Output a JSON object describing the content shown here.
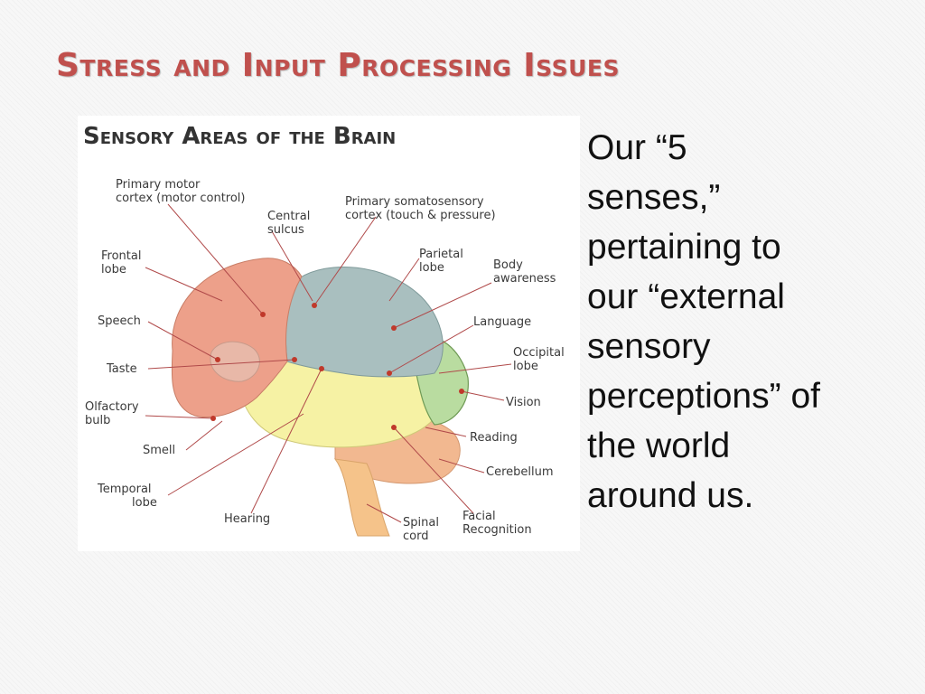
{
  "slide": {
    "title": "Stress and Input Processing Issues"
  },
  "figure": {
    "title": "Sensory Areas of the Brain",
    "labels": {
      "primary_motor": [
        "Primary motor",
        "cortex (motor control)"
      ],
      "central_sulcus": [
        "Central",
        "sulcus"
      ],
      "somatosensory": [
        "Primary somatosensory",
        "cortex (touch & pressure)"
      ],
      "frontal": [
        "Frontal",
        "lobe"
      ],
      "parietal": [
        "Parietal",
        "lobe"
      ],
      "body": [
        "Body",
        "awareness"
      ],
      "speech": "Speech",
      "language": "Language",
      "taste": "Taste",
      "occipital": [
        "Occipital",
        "lobe"
      ],
      "olfactory": [
        "Olfactory",
        "bulb"
      ],
      "vision": "Vision",
      "smell": "Smell",
      "reading": "Reading",
      "temporal": [
        "Temporal",
        "lobe"
      ],
      "cerebellum": "Cerebellum",
      "hearing": "Hearing",
      "spinal": [
        "Spinal",
        "cord"
      ],
      "facial": [
        "Facial",
        "Recognition"
      ]
    }
  },
  "body_text": {
    "lines": [
      "Our “5",
      "senses,”",
      "pertaining to",
      "our “external",
      "sensory",
      "perceptions” of",
      "the world",
      "around us."
    ]
  }
}
